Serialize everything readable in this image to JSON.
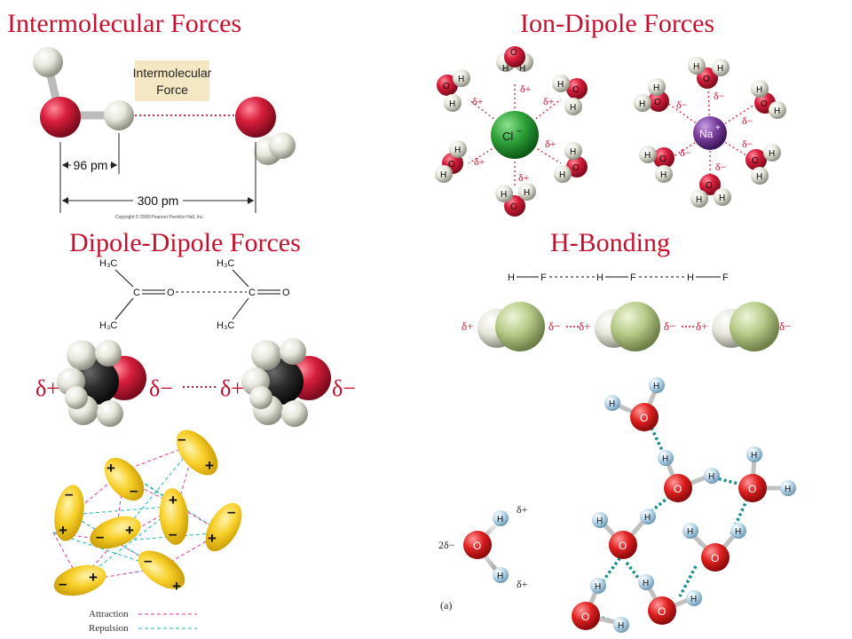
{
  "titles": {
    "intermolecular": "Intermolecular Forces",
    "ion_dipole": "Ion-Dipole Forces",
    "dipole_dipole": "Dipole-Dipole Forces",
    "h_bonding": "H-Bonding"
  },
  "intermolecular": {
    "callout": [
      "Intermolecular",
      "Force"
    ],
    "dist_short": "96 pm",
    "dist_long": "300 pm",
    "copyright": "Copyright © 2008 Pearson Prentice Hall, Inc."
  },
  "ion_dipole": {
    "chloride": "Cl",
    "chloride_charge": "−",
    "sodium": "Na",
    "sodium_charge": "+",
    "delta_plus": "δ+",
    "delta_minus": "δ−",
    "h": "H",
    "o": "O"
  },
  "dipole_dipole": {
    "methyl": "H₃C",
    "carbon": "C",
    "oxygen": "O",
    "delta_plus": "δ+",
    "delta_minus": "δ−"
  },
  "h_bonding": {
    "hf_chain": [
      "H",
      "F",
      "H",
      "F",
      "H",
      "F"
    ],
    "delta_plus": "δ+",
    "delta_minus": "δ−",
    "two_delta_minus": "2δ−",
    "panel_label": "(a)",
    "h": "H",
    "o": "O"
  },
  "dipole_field": {
    "plus": "+",
    "minus": "–",
    "legend": [
      "Attraction",
      "Repulsion"
    ]
  },
  "colors": {
    "title": "#c8102e",
    "oxygen": "#d81e3c",
    "hydrogen": "#e7e7dc",
    "chloride": "#2fa33a",
    "sodium": "#7b3fa0",
    "fluorine": "#b8cc8a",
    "dipole": "#f7cf28",
    "attraction": "#e0389a",
    "repulsion": "#1fb5b5",
    "hbond": "#1b8f8f",
    "h_label_ball": "#b9d7ea"
  }
}
